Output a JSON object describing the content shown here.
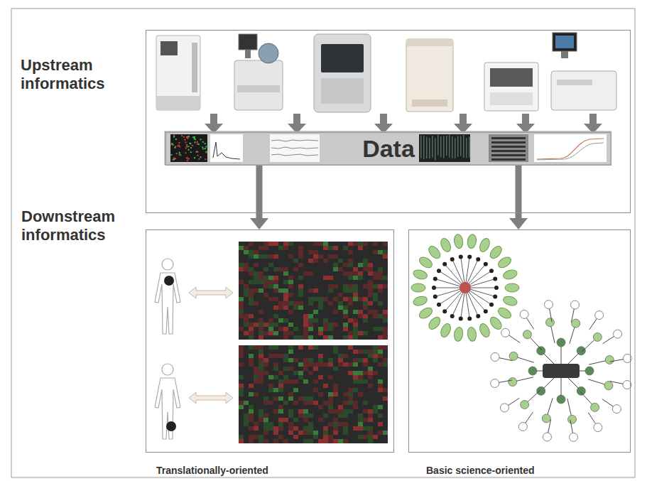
{
  "diagram": {
    "nodes": [
      {
        "text": [
          "Upstream informatics"
        ]
      },
      {
        "text": [
          "Data"
        ],
        "in": 0
      },
      {
        "text": [
          "Translationally-oriented"
        ]
      },
      {
        "text": [
          "Basic science-oriented"
        ]
      }
    ],
    "edges": [
      {
        "from": 1,
        "to": 2,
        "arrow": "to"
      },
      {
        "from": 1,
        "to": 3,
        "arrow": "to"
      }
    ],
    "labels": [
      "Downstream informatics"
    ]
  }
}
